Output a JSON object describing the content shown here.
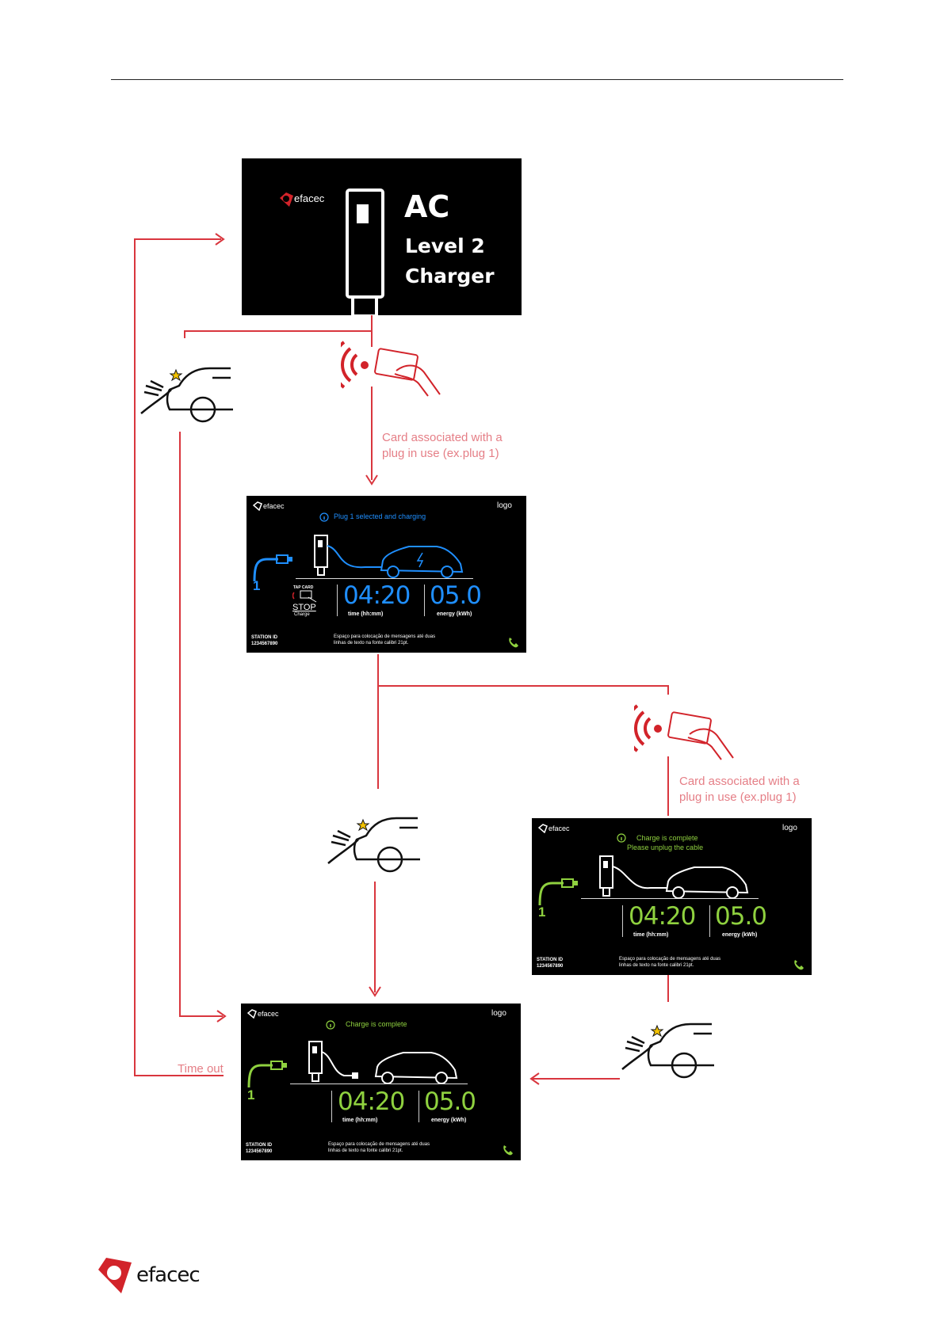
{
  "splash": {
    "brand": "efacec",
    "title_line1": "AC",
    "title_line2": "Level 2",
    "title_line3": "Charger"
  },
  "edge_labels": {
    "card_associated_1_line1": "Card associated with a",
    "card_associated_1_line2": "plug in use (ex.plug 1)",
    "card_associated_2_line1": "Card associated with a",
    "card_associated_2_line2": "plug in use (ex.plug 1)",
    "time_out": "Time out"
  },
  "screen_charging": {
    "brand": "efacec",
    "logo": "logo",
    "message": "Plug 1 selected and charging",
    "plug_number": "1",
    "tap_card": "TAP CARD",
    "stop_line1": "STOP",
    "stop_line2": "Charge",
    "time_value": "04:20",
    "time_label": "time (hh:mm)",
    "energy_value": "05.0",
    "energy_label": "energy (kWh)",
    "station_id_label": "STATION ID",
    "station_id_value": "1234567890",
    "footer_line1": "Espaço para colocação de mensagens até duas",
    "footer_line2": "linhas de texto na fonte calibri 21pt.",
    "accent_color": "#1f8fff"
  },
  "screen_unplug": {
    "brand": "efacec",
    "logo": "logo",
    "message_line1": "Charge is complete",
    "message_line2": "Please unplug the cable",
    "plug_number": "1",
    "time_value": "04:20",
    "time_label": "time (hh:mm)",
    "energy_value": "05.0",
    "energy_label": "energy (kWh)",
    "station_id_label": "STATION ID",
    "station_id_value": "1234567890",
    "footer_line1": "Espaço para colocação de mensagens até duas",
    "footer_line2": "linhas de texto na fonte calibri 21pt.",
    "accent_color": "#8fd13f"
  },
  "screen_complete": {
    "brand": "efacec",
    "logo": "logo",
    "message": "Charge is complete",
    "plug_number": "1",
    "time_value": "04:20",
    "time_label": "time (hh:mm)",
    "energy_value": "05.0",
    "energy_label": "energy (kWh)",
    "station_id_label": "STATION ID",
    "station_id_value": "1234567890",
    "footer_line1": "Espaço para colocação de mensagens até duas",
    "footer_line2": "linhas de texto na fonte calibri 21pt.",
    "accent_color": "#8fd13f"
  },
  "footer": {
    "brand": "efacec"
  },
  "colors": {
    "flow_line": "#d9363e",
    "label_text": "#e57e86",
    "screen_bg": "#000000",
    "brand_red": "#d2232a"
  }
}
